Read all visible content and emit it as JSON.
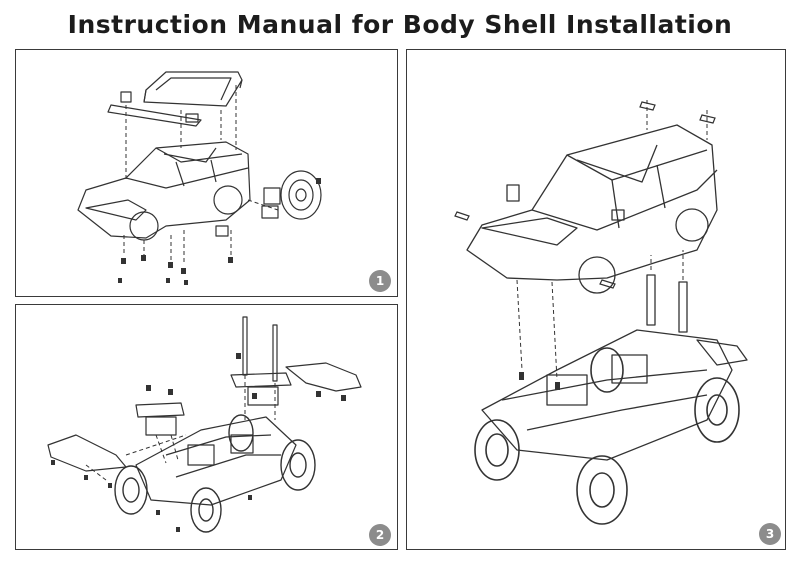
{
  "title": "Instruction Manual for Body Shell Installation",
  "steps": [
    {
      "number": "1",
      "label": "step-1"
    },
    {
      "number": "2",
      "label": "step-2"
    },
    {
      "number": "3",
      "label": "step-3"
    }
  ],
  "colors": {
    "line": "#3a3a3a",
    "badge": "#8c8c8c",
    "background": "#ffffff"
  }
}
